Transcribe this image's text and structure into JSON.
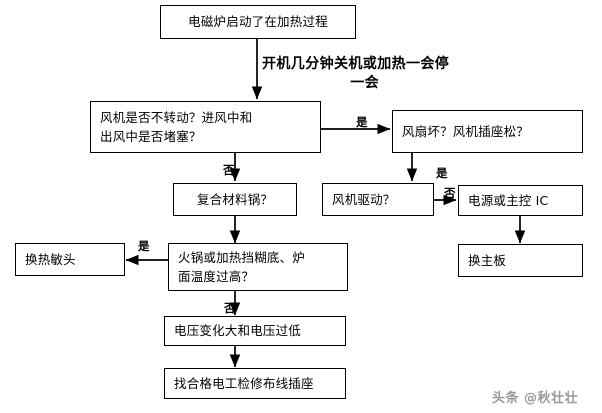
{
  "diagram": {
    "title_annotation": {
      "line1": "开机几分钟关机或加热一会停",
      "line2": "一会"
    },
    "nodes": [
      {
        "id": "start",
        "label": "电磁炉启动了在加热过程"
      },
      {
        "id": "fan-check",
        "label": "风机是否不转动？进风中和\n出风中是否堵塞？"
      },
      {
        "id": "fan-broken",
        "label": "风扇坏？风机插座松？"
      },
      {
        "id": "compound-pot",
        "label": "复合材料锅？"
      },
      {
        "id": "fan-drive",
        "label": "风机驱动？"
      },
      {
        "id": "power-ic",
        "label": "电源或主控 IC"
      },
      {
        "id": "replace-mb",
        "label": "换主板"
      },
      {
        "id": "replace-thermistor",
        "label": "换热敏头"
      },
      {
        "id": "overheat",
        "label": "火锅或加热挡糊底、炉\n面温度过高？"
      },
      {
        "id": "voltage",
        "label": "电压变化大和电压过低"
      },
      {
        "id": "electrician",
        "label": "找合格电工检修布线插座"
      }
    ],
    "edge_labels": [
      {
        "id": "fan-check-yes",
        "text": "是"
      },
      {
        "id": "fan-check-no",
        "text": "否"
      },
      {
        "id": "fan-broken-yes",
        "text": "是"
      },
      {
        "id": "fan-drive-no",
        "text": "否"
      },
      {
        "id": "overheat-yes",
        "text": "是"
      },
      {
        "id": "overheat-no",
        "text": "否"
      }
    ],
    "watermark": "头条 @秋壮壮",
    "colors": {
      "stroke": "#000000",
      "fill": "#ffffff",
      "text": "#000000",
      "watermark": "#9a9a9a"
    }
  }
}
